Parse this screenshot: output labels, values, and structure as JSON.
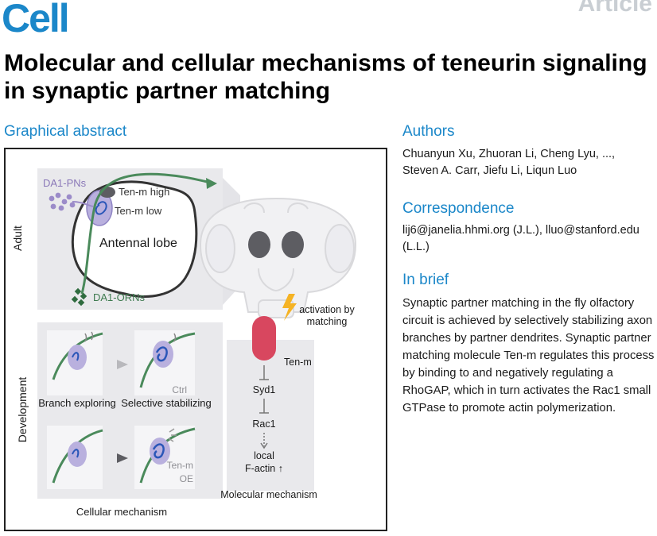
{
  "header": {
    "journal": "Cell",
    "article_type": "Article",
    "title": "Molecular and cellular mechanisms of teneurin signaling in synaptic partner matching"
  },
  "graphical_abstract": {
    "heading": "Graphical abstract",
    "adult_label": "Adult",
    "development_label": "Development",
    "pn_label": "DA1-PNs",
    "orn_label": "DA1-ORNs",
    "tenm_high": "Ten-m high",
    "tenm_low": "Ten-m low",
    "lobe_label": "Antennal lobe",
    "branch_exploring": "Branch exploring",
    "selective_stabilizing": "Selective stabilizing",
    "ctrl_label": "Ctrl",
    "tenm_oe_line1": "Ten-m",
    "tenm_oe_line2": "OE",
    "cellular_mechanism": "Cellular mechanism",
    "activation_line1": "activation by",
    "activation_line2": "matching",
    "tenm_protein": "Ten-m",
    "syd1": "Syd1",
    "rac1": "Rac1",
    "local": "local",
    "factin": "F-actin ↑",
    "molecular_mechanism": "Molecular mechanism",
    "colors": {
      "orn_green": "#4a8a5b",
      "pn_purple": "#9b8bc9",
      "tenm_red": "#d8475f",
      "lightning": "#f5b324",
      "axon_blue": "#2a56b8",
      "panel_grey": "#e9e9ec"
    }
  },
  "authors": {
    "heading": "Authors",
    "text": "Chuanyun Xu, Zhuoran Li, Cheng Lyu, ..., Steven A. Carr, Jiefu Li, Liqun Luo"
  },
  "correspondence": {
    "heading": "Correspondence",
    "text": "lij6@janelia.hhmi.org (J.L.), lluo@stanford.edu (L.L.)"
  },
  "in_brief": {
    "heading": "In brief",
    "text": "Synaptic partner matching in the fly olfactory circuit is achieved by selectively stabilizing axon branches by partner dendrites. Synaptic partner matching molecule Ten-m regulates this process by binding to and negatively regulating a RhoGAP, which in turn activates the Rac1 small GTPase to promote actin polymerization."
  }
}
